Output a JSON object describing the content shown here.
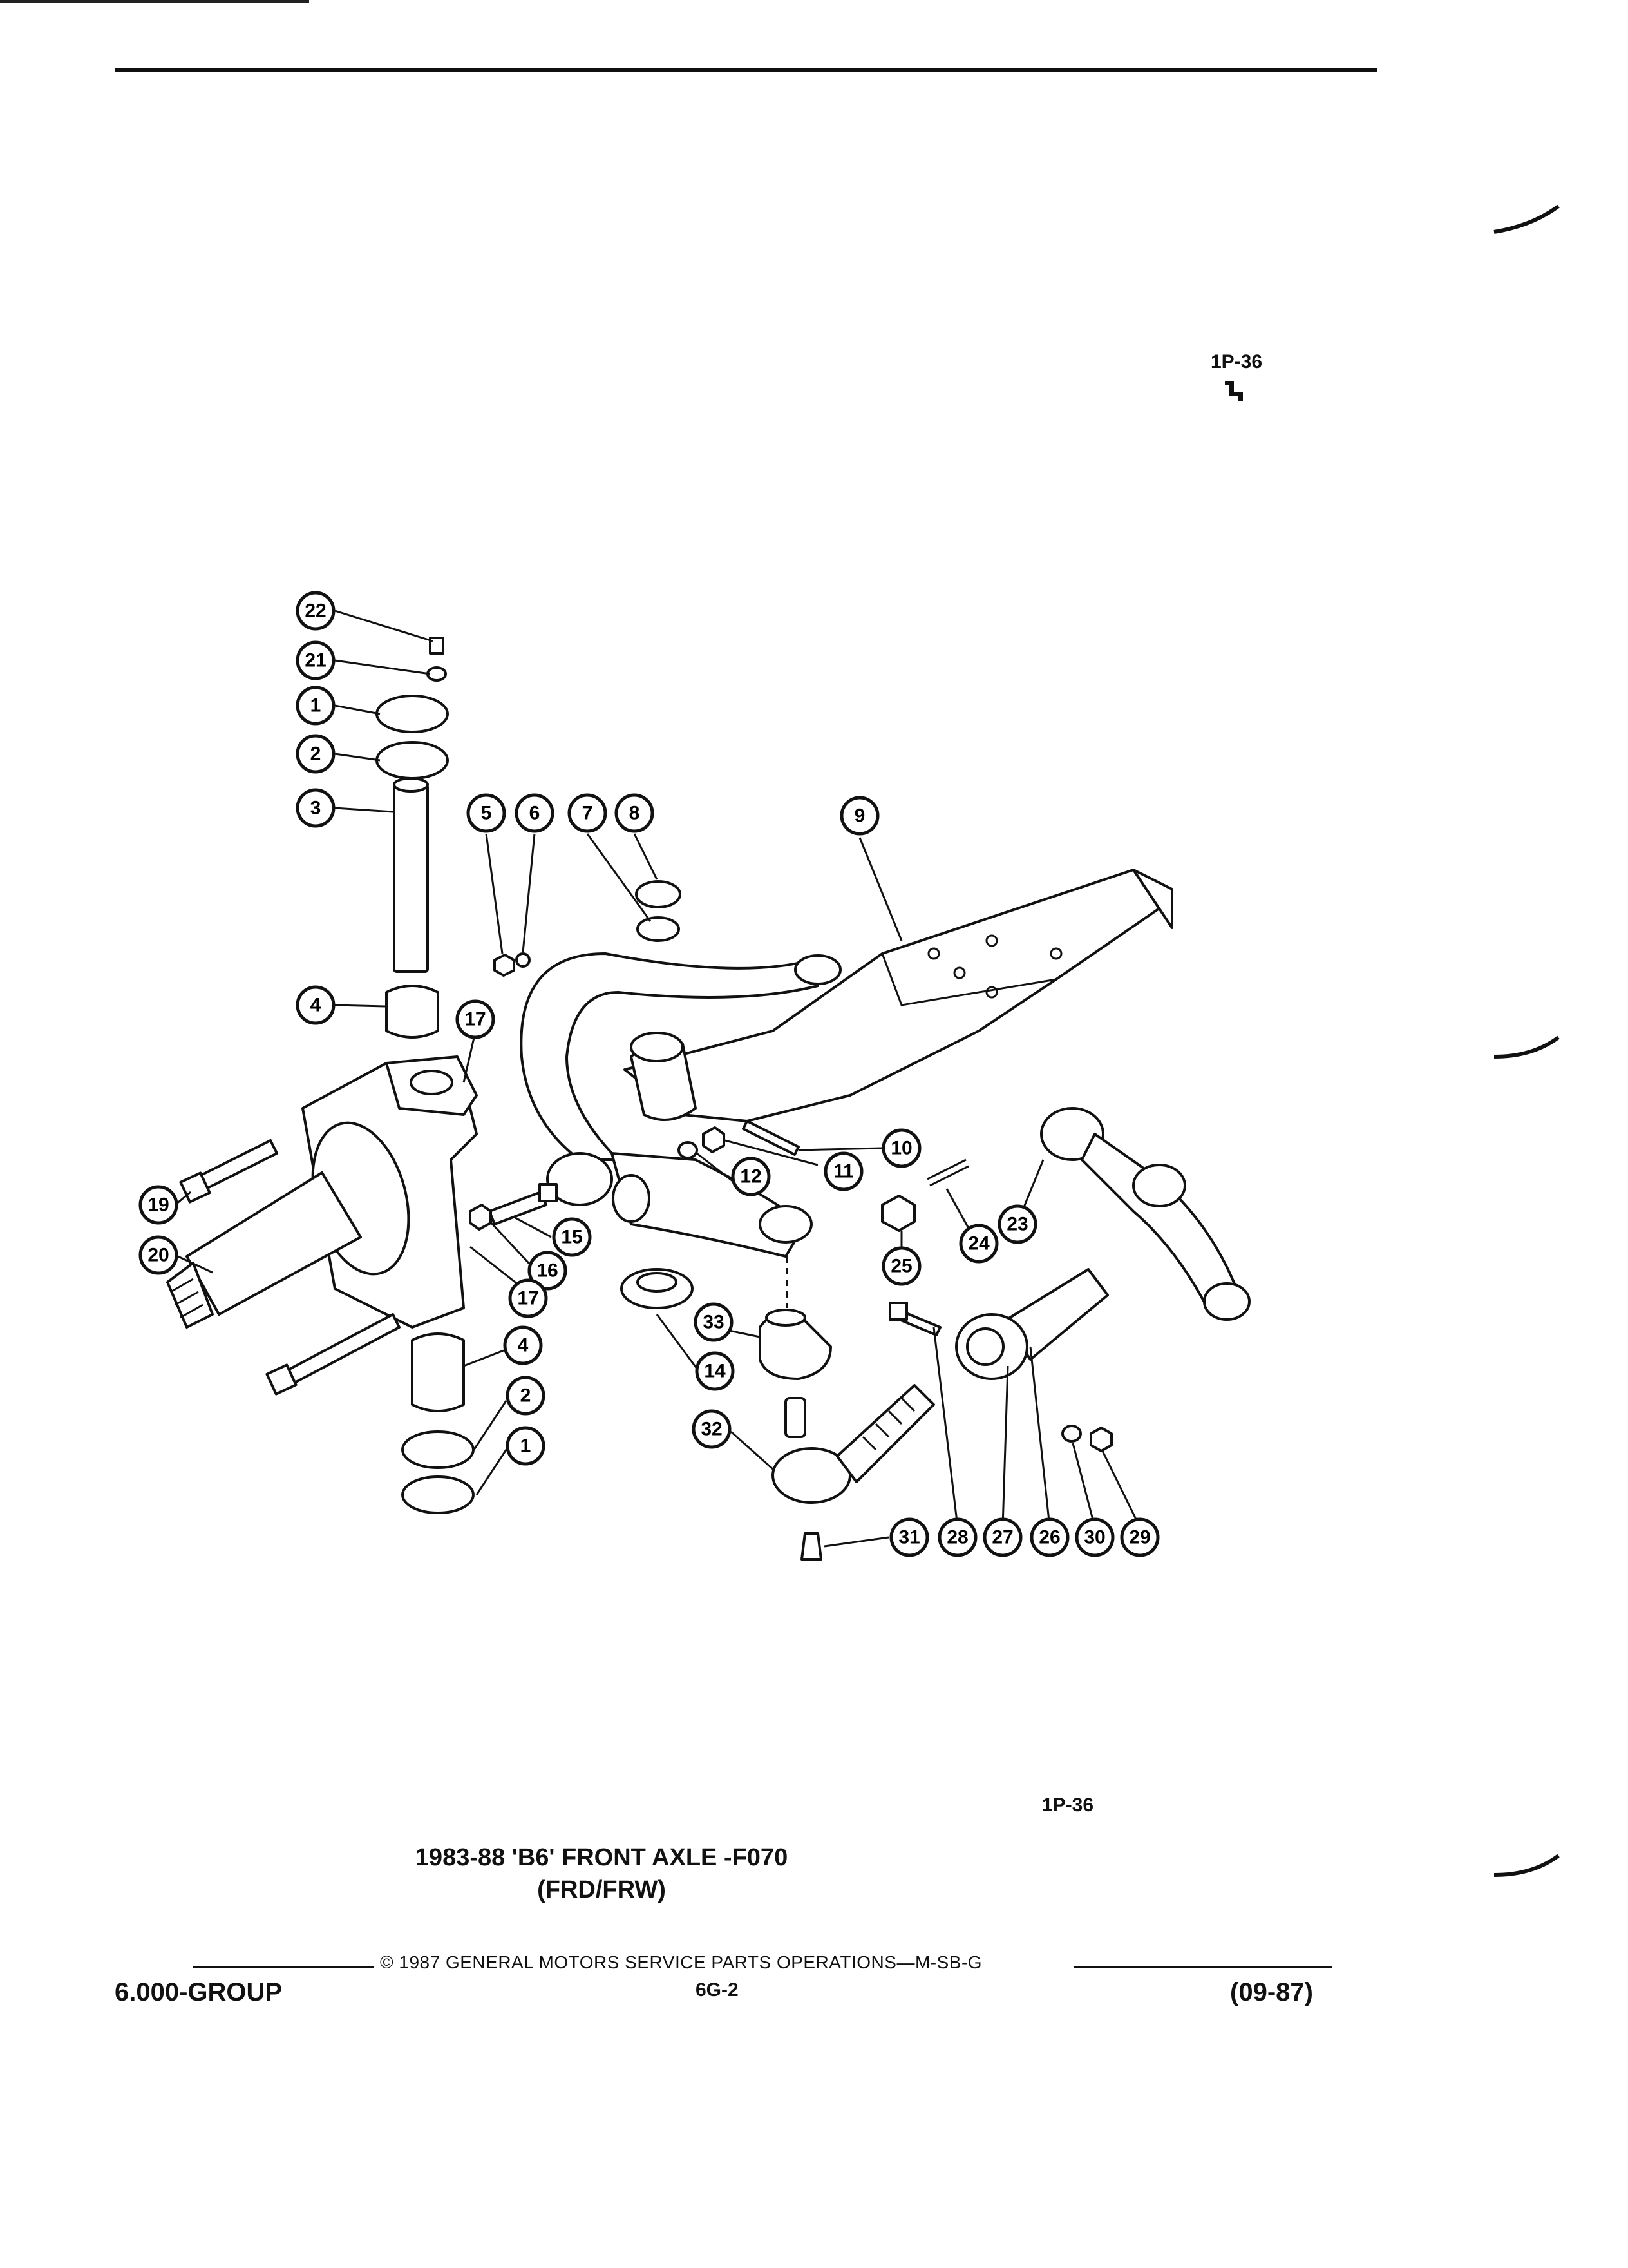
{
  "page": {
    "ref_top": "1P-36",
    "ref_bottom": "1P-36",
    "title_line1": "1983-88 'B6' FRONT AXLE -F070",
    "title_line2": "(FRD/FRW)",
    "copyright": "© 1987 GENERAL MOTORS SERVICE PARTS OPERATIONS—M-SB-G",
    "group": "6.000-GROUP",
    "page_code": "6G-2",
    "revision_date": "(09-87)"
  },
  "callouts": [
    "22",
    "21",
    "1",
    "2",
    "3",
    "5",
    "6",
    "7",
    "8",
    "9",
    "4",
    "17",
    "19",
    "20",
    "15",
    "16",
    "17",
    "10",
    "11",
    "12",
    "24",
    "23",
    "25",
    "14",
    "33",
    "4",
    "2",
    "1",
    "32",
    "31",
    "28",
    "27",
    "26",
    "30",
    "29"
  ]
}
